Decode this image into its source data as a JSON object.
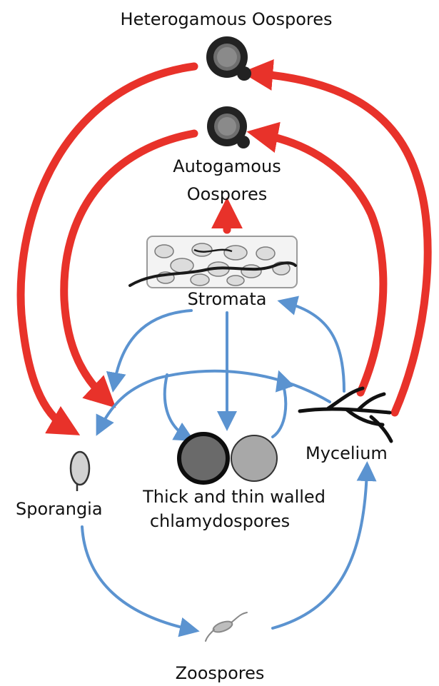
{
  "labels": {
    "heterogamous_oospores": "Heterogamous Oospores",
    "autogamous_oospores_line1": "Autogamous",
    "autogamous_oospores_line2": "Oospores",
    "stromata": "Stromata",
    "mycelium": "Mycelium",
    "sporangia": "Sporangia",
    "chlamydospores_line1": "Thick and thin walled",
    "chlamydospores_line2": "chlamydospores",
    "zoospores": "Zoospores"
  },
  "colors": {
    "sexual_pathway": "#e8322a",
    "asexual_pathway": "#5b93d0",
    "spore_dark": "#222222",
    "spore_inner": "#8a8a8a"
  }
}
